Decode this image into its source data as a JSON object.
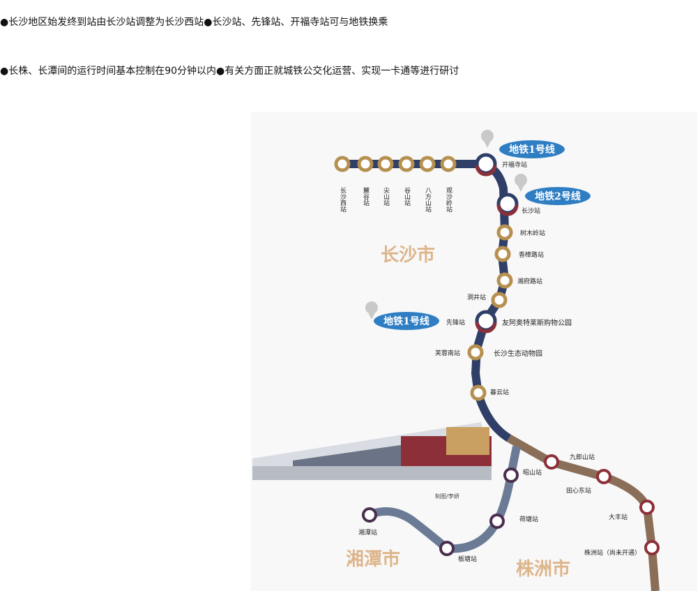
{
  "headlines": {
    "line1": "●长沙地区始发终到站由长沙站调整为长沙西站●长沙站、先锋站、开福寺站可与地铁换乘",
    "line2": "●长株、长潭间的运行时间基本控制在90分钟以内●有关方面正就城铁公交化运营、实现一卡通等进行研讨"
  },
  "map": {
    "cities": {
      "changsha": "长沙市",
      "xiangtan": "湘潭市",
      "zhuzhou": "株洲市"
    },
    "metro_tags": {
      "kaifusi": "地铁1号线",
      "changsha": "地铁2号线",
      "xianfeng": "地铁1号线"
    },
    "stations_vertical": [
      "长沙西站",
      "麓谷站",
      "尖山站",
      "谷山站",
      "八方山站",
      "观沙岭站"
    ],
    "stations": {
      "kaifusi": "开福寺站",
      "changsha": "长沙站",
      "shumuling": "树木岭站",
      "xiangzhang": "香樟路站",
      "xiangfu": "湘府路站",
      "dongjing": "洞井站",
      "xianfeng": "先锋站",
      "furong_south": "芙蓉南站",
      "muyun": "暮云站",
      "zhaoshan": "昭山站",
      "hetang": "荷塘站",
      "bantang": "板塘站",
      "xiangtan": "湘潭站",
      "jiulangshan": "九郎山站",
      "tianxin_east": "田心东站",
      "dafeng": "大丰站",
      "zhuzhou": "株洲站（尚未开通）"
    },
    "landmarks": {
      "outlets": "友阿奥特莱斯购物公园",
      "zoo": "长沙生态动物园"
    },
    "credit": "制图/李妍",
    "colors": {
      "main_line": "#2f3f68",
      "zhuzhou_branch": "#8a6e58",
      "xiangtan_branch": "#6b7b96",
      "station_ring": "#b5904f",
      "branch_ring": "#4a2e4e",
      "metro_blue": "#2f7ec3",
      "city_text": "#ddb58a"
    }
  }
}
